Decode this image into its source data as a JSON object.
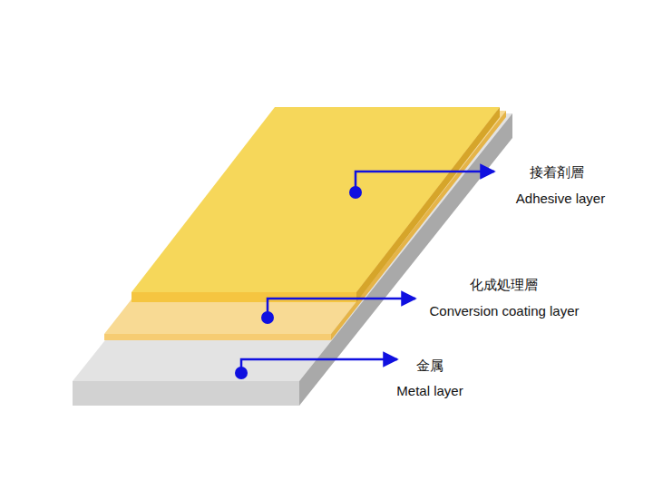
{
  "diagram": {
    "labels": [
      "接着剤層",
      "Adhesive layer",
      "化成処理層",
      "Conversion coating layer",
      "金属",
      "Metal layer"
    ]
  }
}
